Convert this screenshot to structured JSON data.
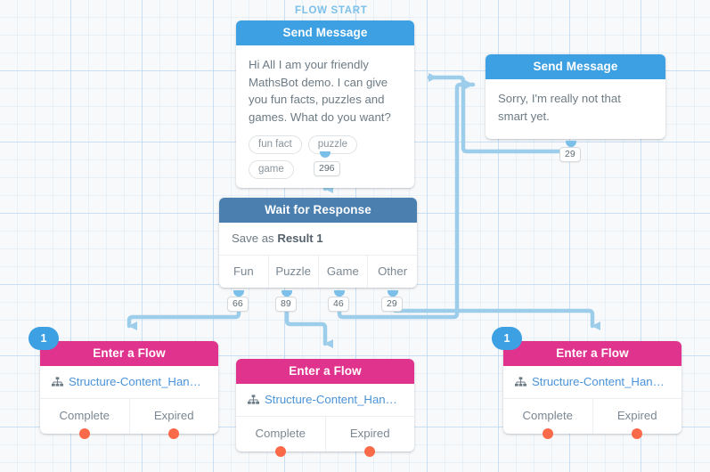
{
  "canvas": {
    "flow_start_label": "FLOW START",
    "grid": "on",
    "colors": {
      "send_message_header": "#3da0e3",
      "wait_response_header": "#4a7fb0",
      "enter_flow_header": "#e0338e",
      "wire": "#9ccdea",
      "exit_dot": "#fa6a48",
      "order_badge": "#3da0e3",
      "link_text": "#4a93d8",
      "background": "#f8f9fa"
    }
  },
  "nodes": {
    "send_message_main": {
      "title": "Send Message",
      "text": "Hi All I am your friendly MathsBot demo. I can give you fun facts, puzzles and games. What do you want?",
      "chips": [
        "fun fact",
        "puzzle",
        "game"
      ],
      "outgoing_count": "296"
    },
    "send_message_fallback": {
      "title": "Send Message",
      "text": "Sorry, I'm really not that smart yet.",
      "outgoing_count": "29"
    },
    "wait_for_response": {
      "title": "Wait for Response",
      "save_as_label": "Save as",
      "save_as_value": "Result 1",
      "branches": [
        {
          "label": "Fun",
          "count": "66"
        },
        {
          "label": "Puzzle",
          "count": "89"
        },
        {
          "label": "Game",
          "count": "46"
        },
        {
          "label": "Other",
          "count": "29"
        }
      ]
    },
    "enter_flow_left": {
      "title": "Enter a Flow",
      "order": "1",
      "flow_name": "Structure-Content_Handler…",
      "icon": "sitemap-icon",
      "exits": [
        "Complete",
        "Expired"
      ]
    },
    "enter_flow_center": {
      "title": "Enter a Flow",
      "flow_name": "Structure-Content_Handler…",
      "icon": "sitemap-icon",
      "exits": [
        "Complete",
        "Expired"
      ]
    },
    "enter_flow_right": {
      "title": "Enter a Flow",
      "order": "1",
      "flow_name": "Structure-Content_Handler…",
      "icon": "sitemap-icon",
      "exits": [
        "Complete",
        "Expired"
      ]
    }
  }
}
